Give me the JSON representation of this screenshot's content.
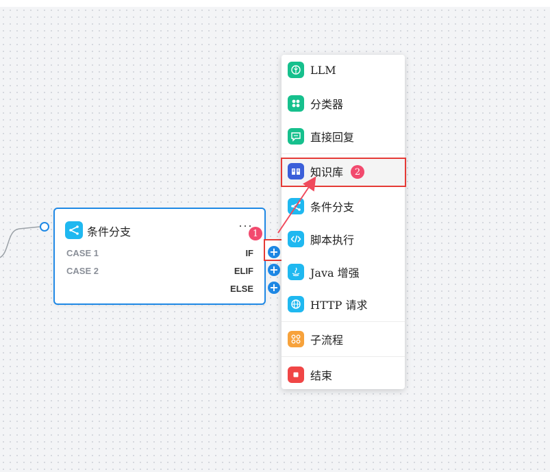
{
  "node": {
    "title": "条件分支",
    "more": "···",
    "branches": [
      {
        "case": "CASE 1",
        "label": "IF"
      },
      {
        "case": "CASE 2",
        "label": "ELIF"
      },
      {
        "case": "",
        "label": "ELSE"
      }
    ]
  },
  "menu": {
    "items": [
      {
        "label": "LLM",
        "icon": "brain-icon",
        "color": "#16c08d"
      },
      {
        "label": "分类器",
        "icon": "dots-grid-icon",
        "color": "#16c08d"
      },
      {
        "label": "直接回复",
        "icon": "chat-icon",
        "color": "#16c08d"
      },
      {
        "label": "知识库",
        "icon": "book-icon",
        "color": "#3b5fd9"
      },
      {
        "label": "条件分支",
        "icon": "branch-icon",
        "color": "#1fb8f0"
      },
      {
        "label": "脚本执行",
        "icon": "code-icon",
        "color": "#1fb8f0"
      },
      {
        "label": "Java 增强",
        "icon": "java-icon",
        "color": "#1fb8f0"
      },
      {
        "label": "HTTP 请求",
        "icon": "globe-icon",
        "color": "#1fb8f0"
      },
      {
        "label": "子流程",
        "icon": "subflow-icon",
        "color": "#f7a23b"
      },
      {
        "label": "结束",
        "icon": "stop-icon",
        "color": "#f04646"
      }
    ]
  },
  "annotations": {
    "badge1": "1",
    "badge2": "2"
  },
  "colors": {
    "accent": "#1e88e5",
    "highlight": "#e53935",
    "badge": "#f24a6e"
  }
}
